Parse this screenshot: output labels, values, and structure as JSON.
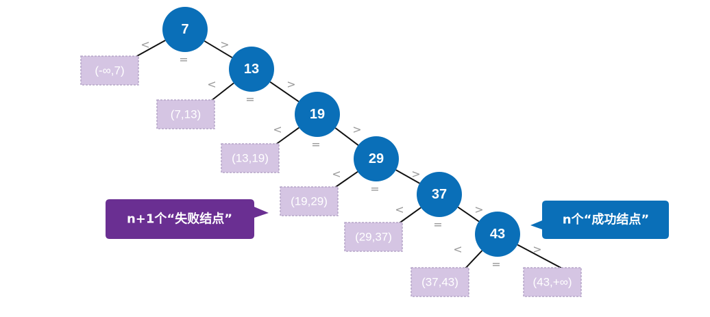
{
  "colors": {
    "node": "#0a6fb8",
    "failure_box": "#d5c5e3",
    "failure_callout": "#6a2f92",
    "success_callout": "#0a6fb8"
  },
  "symbols": {
    "less": "<",
    "equal": "=",
    "greater": ">"
  },
  "nodes": [
    {
      "id": "n7",
      "label": "7"
    },
    {
      "id": "n13",
      "label": "13"
    },
    {
      "id": "n19",
      "label": "19"
    },
    {
      "id": "n29",
      "label": "29"
    },
    {
      "id": "n37",
      "label": "37"
    },
    {
      "id": "n43",
      "label": "43"
    }
  ],
  "failure_nodes": [
    {
      "id": "f0",
      "label": "(-∞,7)"
    },
    {
      "id": "f1",
      "label": "(7,13)"
    },
    {
      "id": "f2",
      "label": "(13,19)"
    },
    {
      "id": "f3",
      "label": "(19,29)"
    },
    {
      "id": "f4",
      "label": "(29,37)"
    },
    {
      "id": "f5",
      "label": "(37,43)"
    },
    {
      "id": "f6",
      "label": "(43,+∞)"
    }
  ],
  "callouts": {
    "failure": "n+1个“失败结点”",
    "success": "n个“成功结点”"
  }
}
